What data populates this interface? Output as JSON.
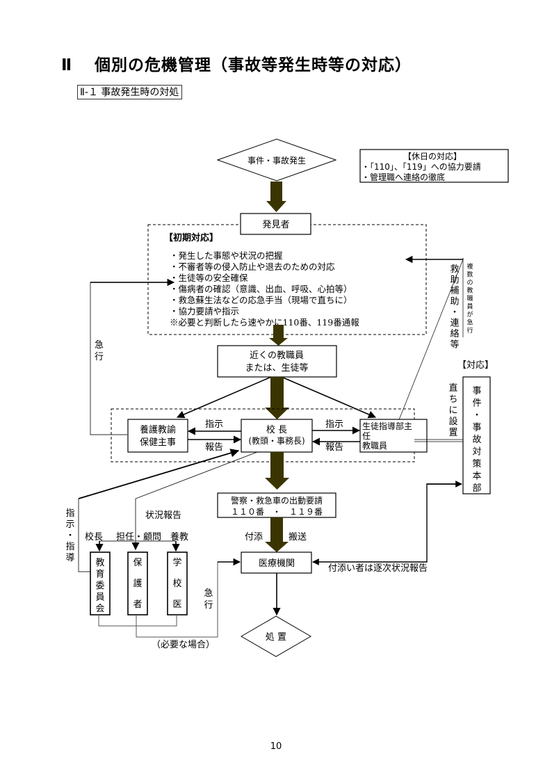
{
  "heading": {
    "number": "Ⅱ",
    "title": "個別の危機管理（事故等発生時等の対応）"
  },
  "subheading": "Ⅱ-１ 事故発生時の対処",
  "colors": {
    "thick_arrow": "#3a3500",
    "line": "#000000",
    "gray_line": "#666666"
  },
  "flow": {
    "start": "事件・事故発生",
    "holiday": {
      "title": "【休日の対応】",
      "items": [
        "・「110」、「119」への協力要請",
        "・管理職へ連絡の徹底"
      ]
    },
    "discoverer": "発見者",
    "initial": {
      "title": "【初期対応】",
      "items": [
        "・発生した事態や状況の把握",
        "・不審者等の侵入防止や退去のための対応",
        "・生徒等の安全確保",
        "・傷病者の確認（意識、出血、呼吸、心拍等）",
        "・救急蘇生法などの応急手当（現場で直ちに）",
        "・協力要請や指示"
      ],
      "note": "※必要と判断したら速やかに110番、119番通報"
    },
    "rescue_label": "救助補助・連絡等",
    "multiple_staff_label": "複数の教職員が急行",
    "rush_left_label": "急行",
    "nearby": [
      "近くの教職員",
      "または、生徒等"
    ],
    "nurse": [
      "養護教諭",
      "保健主事"
    ],
    "principal": [
      "校 長",
      "(教頭・事務長)"
    ],
    "guidance": [
      "生徒指導部主",
      "任",
      "教職員"
    ],
    "instruct_label": "指示",
    "report_label": "報告",
    "response_label": "【対応】",
    "hq": "事件・事故対策本部",
    "set_up_label": "直ちに設置",
    "police": [
      "警察・救急車の出動要請",
      "１１０番　・　１１９番"
    ],
    "accompany_label": "付添",
    "transport_label": "搬送",
    "hospital": "医療機関",
    "status_report_hq": "付添い者は逐次状況報告",
    "instruct_guidance_label": "指示・指導",
    "status_report_label": "状況報告",
    "contact_labels": [
      "校長",
      "担任・顧問",
      "養教"
    ],
    "board": "教育委員会",
    "guardian": "保護者",
    "school_doctor": "学校医",
    "rush_bottom_label": "急行",
    "if_needed_label": "（必要な場合）",
    "treatment": "処 置"
  },
  "page_number": "10"
}
